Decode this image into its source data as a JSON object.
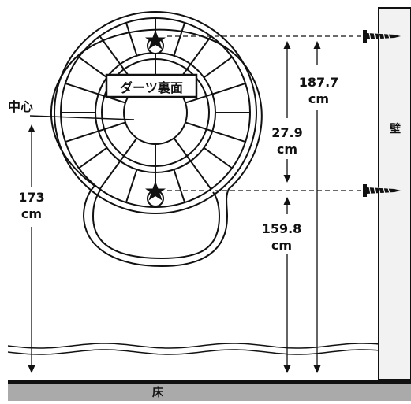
{
  "labels": {
    "board_back": "ダーツ裏面",
    "center": "中心",
    "wall": "壁",
    "floor": "床"
  },
  "measurements": {
    "top_screw_height": {
      "value": "187.7",
      "unit": "cm"
    },
    "screw_spacing": {
      "value": "27.9",
      "unit": "cm"
    },
    "bottom_screw_height": {
      "value": "159.8",
      "unit": "cm"
    },
    "center_height": {
      "value": "173",
      "unit": "cm"
    }
  },
  "colors": {
    "line": "#111111",
    "wall_fill": "#f2f2f2",
    "floor_fill": "#aaaaaa"
  }
}
